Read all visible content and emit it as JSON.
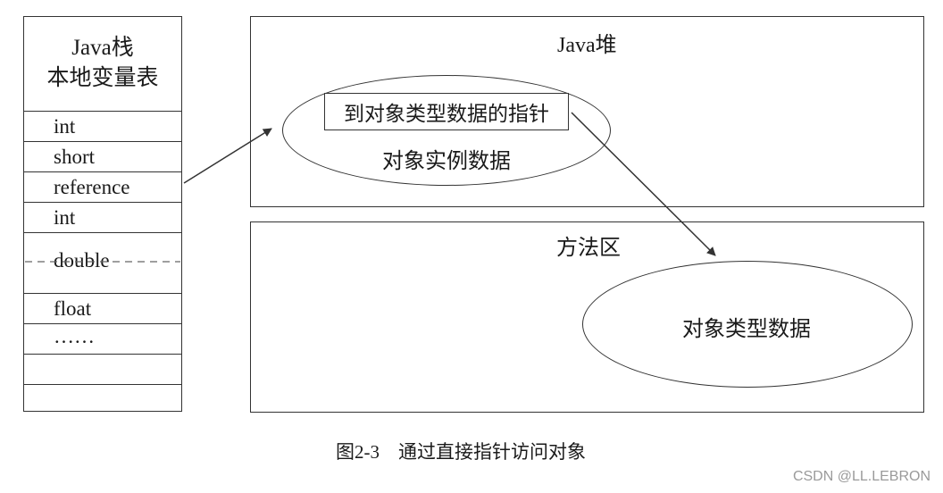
{
  "stack": {
    "title_line1": "Java栈",
    "title_line2": "本地变量表",
    "rows": [
      "int",
      "short",
      "reference",
      "int",
      "double",
      "float",
      "……",
      "",
      ""
    ]
  },
  "heap": {
    "title": "Java堆",
    "pointer_label": "到对象类型数据的指针",
    "instance_label": "对象实例数据"
  },
  "method_area": {
    "title": "方法区",
    "type_label": "对象类型数据"
  },
  "caption": "图2-3　通过直接指针访问对象",
  "watermark": "CSDN @LL.LEBRON"
}
